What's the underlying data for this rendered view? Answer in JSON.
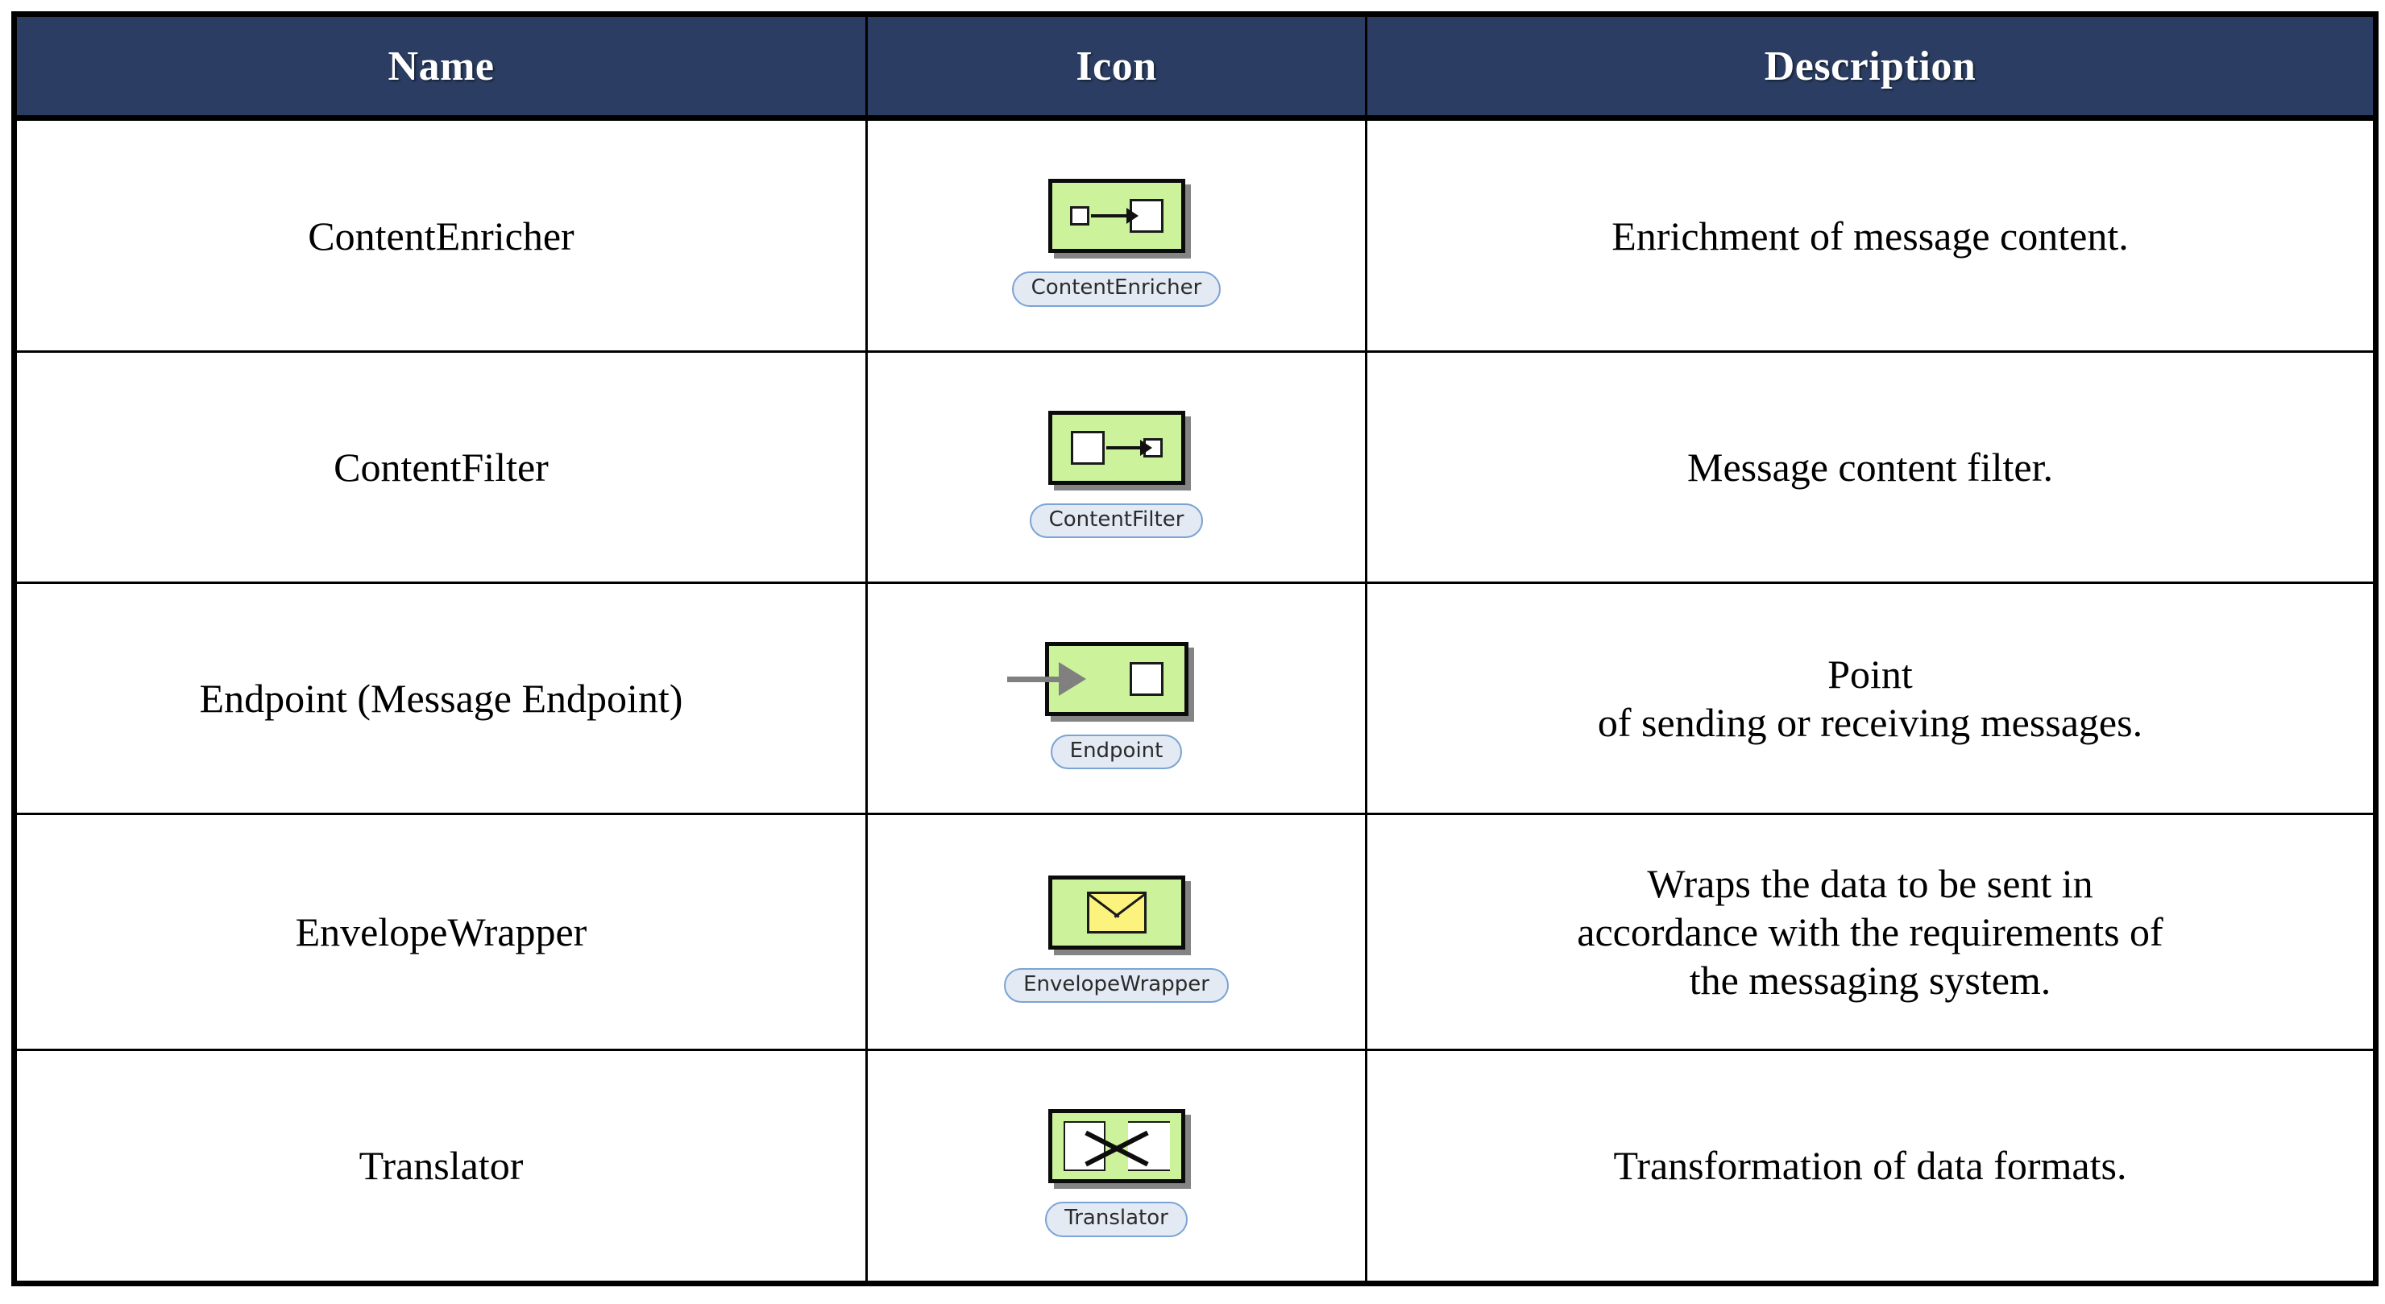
{
  "table": {
    "headers": {
      "name": "Name",
      "icon": "Icon",
      "description": "Description"
    },
    "rows": [
      {
        "name": "ContentEnricher",
        "icon_label": "ContentEnricher",
        "icon_kind": "small-square-arrow-large-square",
        "description_lines": [
          "Enrichment of  message content."
        ]
      },
      {
        "name": "ContentFilter",
        "icon_label": "ContentFilter",
        "icon_kind": "large-square-arrow-small-square",
        "description_lines": [
          "Message content filter."
        ]
      },
      {
        "name": "Endpoint (Message Endpoint)",
        "icon_label": "Endpoint",
        "icon_kind": "inbound-gray-arrow-square",
        "description_lines": [
          "Point",
          "of sending or receiving messages."
        ]
      },
      {
        "name": "EnvelopeWrapper",
        "icon_label": "EnvelopeWrapper",
        "icon_kind": "envelope",
        "description_lines": [
          "Wraps the data to be sent in",
          "accordance with the requirements of",
          "the messaging system."
        ]
      },
      {
        "name": "Translator",
        "icon_label": "Translator",
        "icon_kind": "two-documents-crossed",
        "description_lines": [
          "Transformation of data formats."
        ]
      }
    ]
  },
  "colors": {
    "header_background": "#2b3d62",
    "header_text": "#ffffff",
    "icon_box_fill": "#cdf29c",
    "icon_box_border": "#0b0b0b",
    "icon_box_shadow": "#6e6e6e",
    "envelope_fill": "#fbf37e",
    "pill_fill": "#e3eaf4",
    "pill_border": "#7ba3d4",
    "grid_border": "#000000",
    "page_background": "#ffffff"
  }
}
